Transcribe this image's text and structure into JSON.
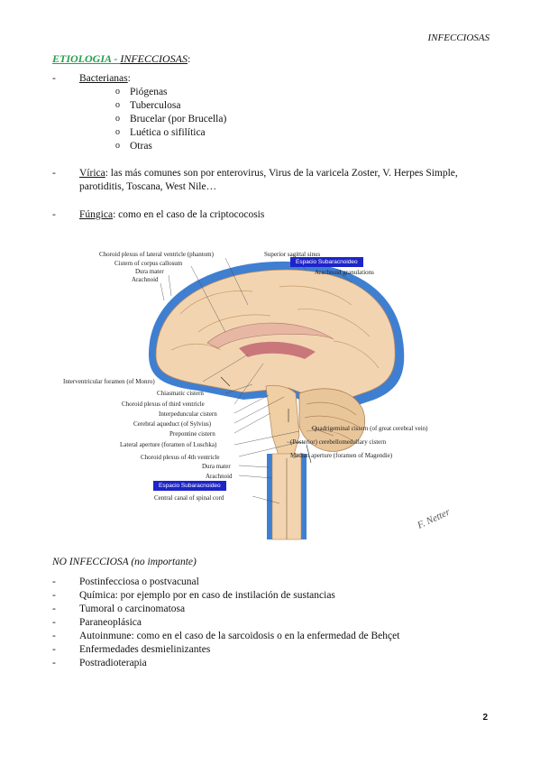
{
  "header": {
    "right_title": "INFECCIOSAS"
  },
  "section1": {
    "etiologia": "ETIOLOGIA - ",
    "infecciosas": "INFECCIOSAS",
    "colon": ":"
  },
  "bacterianas": {
    "label": "Bacterianas",
    "suffix": ":",
    "items": [
      "Piógenas",
      "Tuberculosa",
      "Brucelar (por Brucella)",
      "Luética o sifilítica",
      "Otras"
    ]
  },
  "virica": {
    "label": "Vírica",
    "text": ": las más comunes son por enterovirus, Virus de la varicela Zoster, V. Herpes Simple, parotiditis, Toscana, West Nile…"
  },
  "fungica": {
    "label": "Fúngica",
    "text": ": como en el caso de la criptococosis"
  },
  "figure": {
    "labels": {
      "choroid_lateral": "Choroid plexus of lateral ventricle (phantom)",
      "cistern_corpus": "Cistern of corpus callosum",
      "dura_top": "Dura mater",
      "arachnoid_top": "Arachnoid",
      "superior_sagittal": "Superior sagittal sinus",
      "arachnoid_gran": "Arachnoid granulations",
      "interventricular": "Interventricular foramen (of Monro)",
      "chiasmatic": "Chiasmatic cistern",
      "choroid_third": "Choroid plexus of third ventricle",
      "interpeduncular": "Interpeduncular cistern",
      "cerebral_aqueduct": "Cerebral aqueduct (of Sylvius)",
      "prepontine": "Prepontine cistern",
      "lateral_aperture": "Lateral aperture (foramen of Luschka)",
      "choroid_fourth": "Choroid plexus of 4th ventricle",
      "dura_bottom": "Dura mater",
      "arachnoid_bottom": "Arachnoid",
      "central_canal": "Central canal of spinal cord",
      "quadrigeminal": "Quadrigeminal cistern (of great cerebral vein)",
      "cerebellomedullary": "(Posterior) cerebellomedullary cistern",
      "median_aperture": "Median aperture (foramen of Magendie)"
    },
    "tag_top": "Espacio Subaracnoideo",
    "tag_bottom": "Espacio Subaracnoideo",
    "signature": "F. Netter",
    "colors": {
      "csf_blue": "#3f7fd1",
      "tissue": "#f0cfa6",
      "tag_blue": "#1d24c8"
    }
  },
  "no_infecciosa": {
    "title": "NO INFECCIOSA (no importante)",
    "items": [
      "Postinfecciosa o postvacunal",
      "Química: por ejemplo por en caso de instilación de sustancias",
      "Tumoral o carcinomatosa",
      "Paraneoplásica",
      "Autoinmune: como en el caso de la sarcoidosis o en la enfermedad de Behçet",
      "Enfermedades desmielinizantes",
      "Postradioterapia"
    ]
  },
  "page_number": "2"
}
